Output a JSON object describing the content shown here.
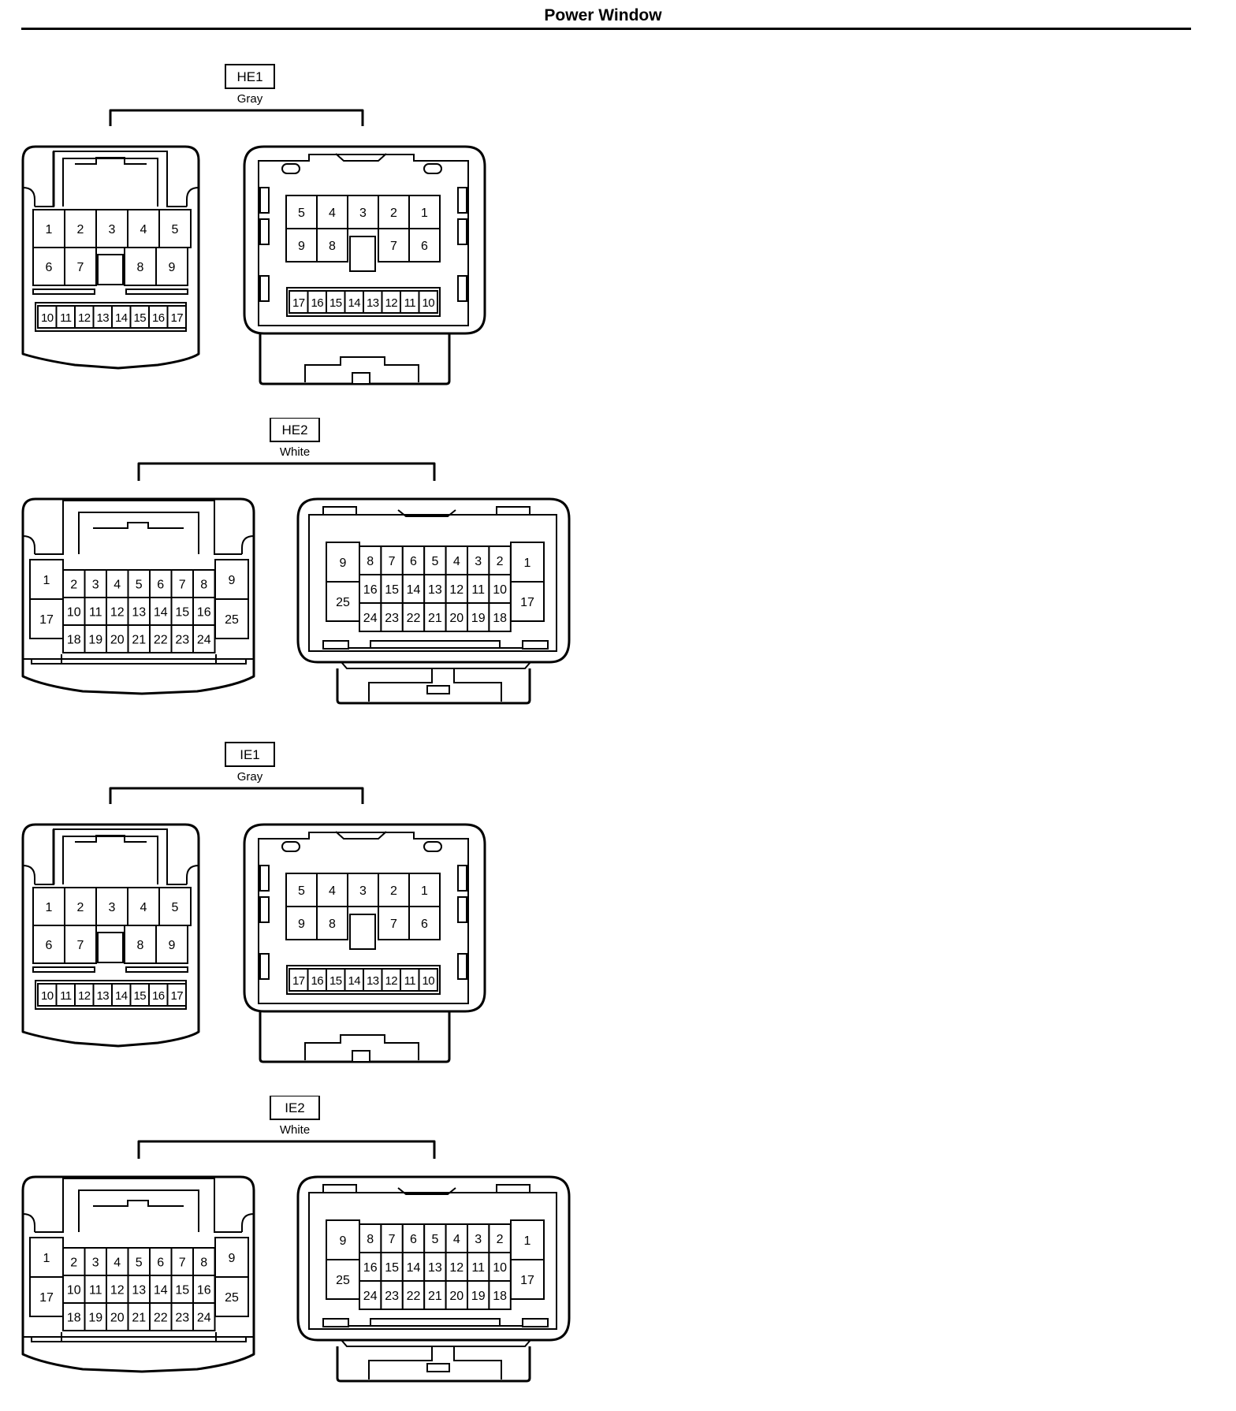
{
  "title": "Power Window",
  "connectors": [
    {
      "code": "HE1",
      "color": "Gray"
    },
    {
      "code": "HE2",
      "color": "White"
    },
    {
      "code": "IE1",
      "color": "Gray"
    },
    {
      "code": "IE2",
      "color": "White"
    }
  ],
  "pins17": {
    "front_top": [
      "1",
      "2",
      "3",
      "4",
      "5"
    ],
    "front_mid": [
      "6",
      "7",
      "8",
      "9"
    ],
    "front_bottom": [
      "10",
      "11",
      "12",
      "13",
      "14",
      "15",
      "16",
      "17"
    ],
    "rear_top": [
      "5",
      "4",
      "3",
      "2",
      "1"
    ],
    "rear_mid": [
      "9",
      "8",
      "7",
      "6"
    ],
    "rear_bottom": [
      "17",
      "16",
      "15",
      "14",
      "13",
      "12",
      "11",
      "10"
    ]
  },
  "pins25": {
    "front_left": [
      "1",
      "17"
    ],
    "front_right": [
      "9",
      "25"
    ],
    "front_row1": [
      "2",
      "3",
      "4",
      "5",
      "6",
      "7",
      "8"
    ],
    "front_row2": [
      "10",
      "11",
      "12",
      "13",
      "14",
      "15",
      "16"
    ],
    "front_row3": [
      "18",
      "19",
      "20",
      "21",
      "22",
      "23",
      "24"
    ],
    "rear_left": [
      "9",
      "25"
    ],
    "rear_right": [
      "1",
      "17"
    ],
    "rear_row1": [
      "8",
      "7",
      "6",
      "5",
      "4",
      "3",
      "2"
    ],
    "rear_row2": [
      "16",
      "15",
      "14",
      "13",
      "12",
      "11",
      "10"
    ],
    "rear_row3": [
      "24",
      "23",
      "22",
      "21",
      "20",
      "19",
      "18"
    ]
  }
}
